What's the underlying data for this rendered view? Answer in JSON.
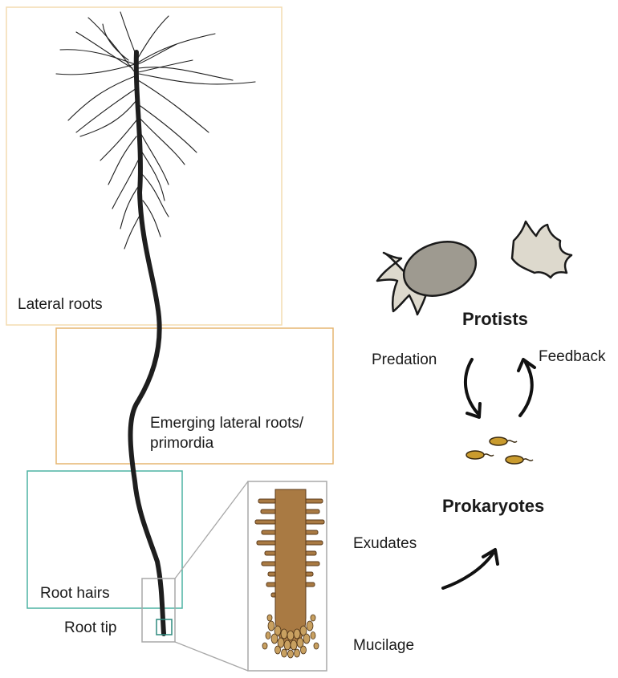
{
  "labels": {
    "lateral_roots": "Lateral roots",
    "emerging_line1": "Emerging lateral roots/",
    "emerging_line2": "primordia",
    "root_hairs": "Root hairs",
    "root_tip": "Root tip",
    "protists": "Protists",
    "predation": "Predation",
    "feedback": "Feedback",
    "prokaryotes": "Prokaryotes",
    "exudates": "Exudates",
    "mucilage": "Mucilage"
  },
  "colors": {
    "lateral_box": "#f3dcb0",
    "emerging_box": "#e6b670",
    "root_hairs_box": "#4db3a3",
    "root_tip_box": "#2e8a7e",
    "zoom_box": "#a8a8a8",
    "root_body": "#a97a43",
    "bacteria": "#c99b2e",
    "protist_dark": "#9e9a90",
    "protist_light": "#ddd9cd"
  },
  "icons": [
    "root-system-icon",
    "root-tip-zoom-icon",
    "protist-icon",
    "bacteria-icon",
    "cycle-arrow-icon"
  ]
}
